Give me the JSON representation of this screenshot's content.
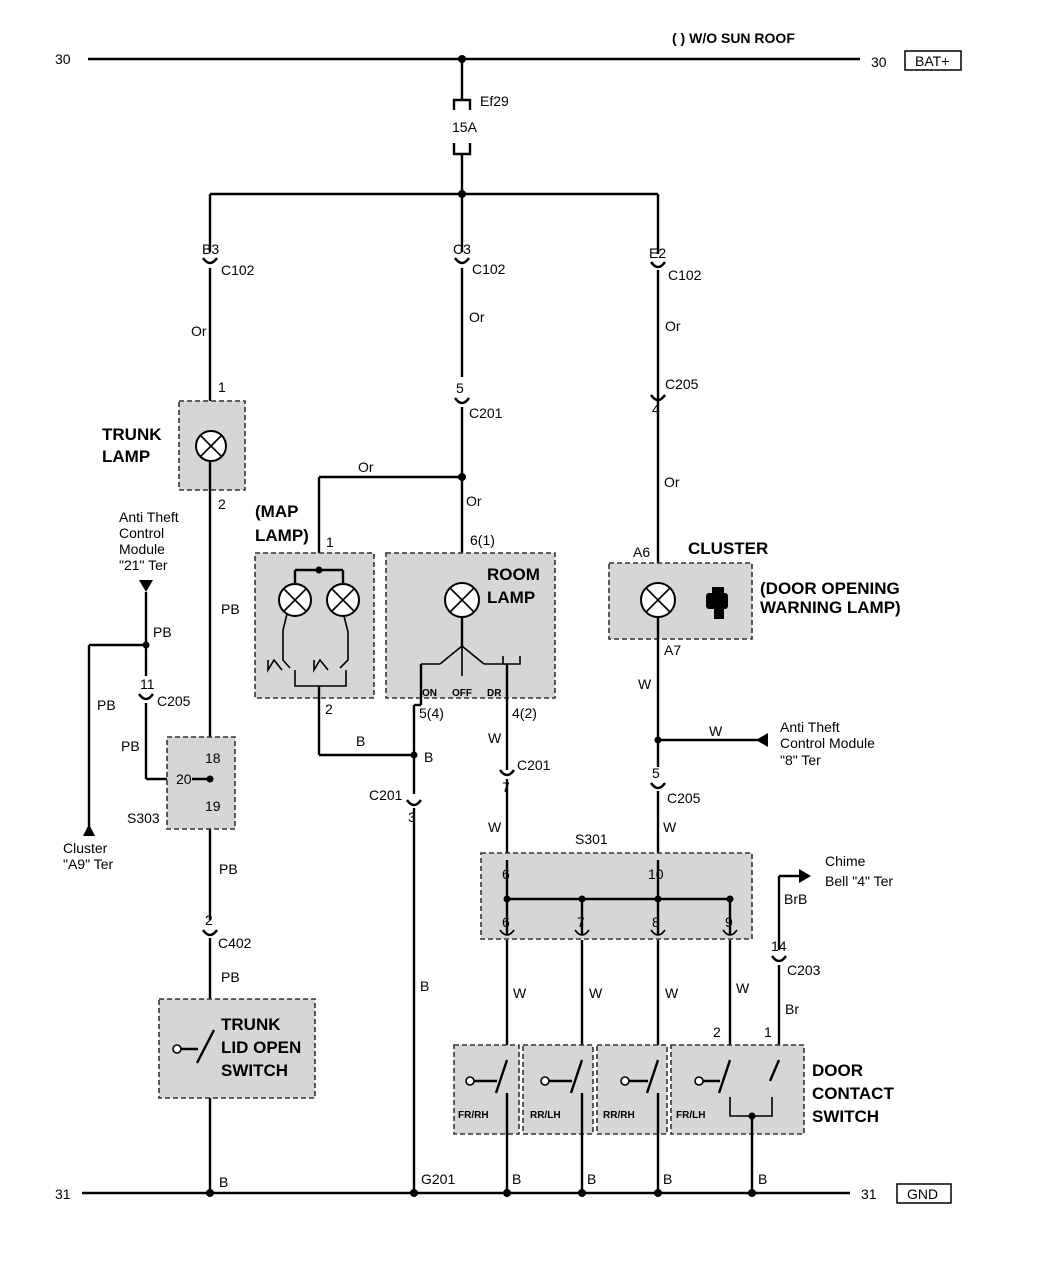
{
  "header": {
    "note": "(    ) W/O SUN ROOF"
  },
  "power": {
    "left_num": "30",
    "right_num": "30",
    "bat_label": "BAT+"
  },
  "ground": {
    "left_num": "31",
    "right_num": "31",
    "gnd_label": "GND"
  },
  "fuse": {
    "id": "Ef29",
    "rating": "15A"
  },
  "connectors": {
    "c102_b3": "B3",
    "c102_c3": "C3",
    "c102_e2": "E2",
    "c102": "C102",
    "c201": "C201",
    "c205": "C205",
    "c402": "C402",
    "c203": "C203",
    "c201_5": "5",
    "c205_4": "4",
    "c205_11": "11",
    "c205_5": "5",
    "c201_7": "7",
    "c201_3": "3",
    "c402_2": "2",
    "c203_14": "14"
  },
  "wires": {
    "or": "Or",
    "pb": "PB",
    "b": "B",
    "w": "W",
    "brb": "BrB",
    "br": "Br"
  },
  "components": {
    "trunk_lamp": [
      "TRUNK",
      "LAMP"
    ],
    "map_lamp": [
      "(MAP",
      "LAMP)"
    ],
    "room_lamp": [
      "ROOM",
      "LAMP"
    ],
    "cluster": "CLUSTER",
    "door_warning": [
      "(DOOR OPENING",
      "WARNING LAMP)"
    ],
    "trunk_switch": [
      "TRUNK",
      "LID OPEN",
      "SWITCH"
    ],
    "door_switch": [
      "DOOR",
      "CONTACT",
      "SWITCH"
    ],
    "splice_s303": "S303",
    "splice_s301": "S301",
    "ground_g201": "G201"
  },
  "pins": {
    "trunk_1": "1",
    "trunk_2": "2",
    "map_1": "1",
    "map_2": "2",
    "room_61": "6(1)",
    "room_54": "5(4)",
    "room_42": "4(2)",
    "cluster_a6": "A6",
    "cluster_a7": "A7",
    "s303_18": "18",
    "s303_20": "20",
    "s303_19": "19",
    "s301_6top": "6",
    "s301_10": "10",
    "s301_6": "6",
    "s301_7": "7",
    "s301_8": "8",
    "s301_9": "9",
    "door_2": "2",
    "door_1": "1"
  },
  "room_switch": {
    "on": "ON",
    "off": "OFF",
    "dr": "DR"
  },
  "door_positions": {
    "frrh": "FR/RH",
    "rrlh": "RR/LH",
    "rrrh": "RR/RH",
    "frlh": "FR/LH"
  },
  "refs": {
    "anti_theft_21": [
      "Anti Theft",
      "Control",
      "Module",
      "\"21\" Ter"
    ],
    "cluster_a9": [
      "Cluster",
      "\"A9\" Ter"
    ],
    "anti_theft_8": [
      "Anti Theft",
      "Control Module",
      "\"8\" Ter"
    ],
    "chime": [
      "Chime",
      "Bell \"4\" Ter"
    ]
  }
}
